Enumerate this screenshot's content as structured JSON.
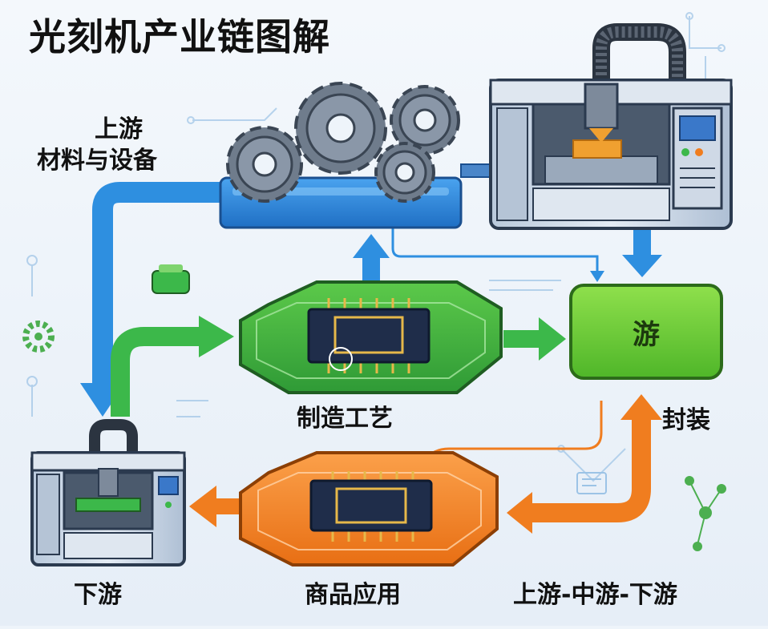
{
  "title": "光刻机产业链图解",
  "labels": {
    "upstream_line1": "上游",
    "upstream_line2": "材料与设备",
    "midstream_box": "游",
    "manufacturing": "制造工艺",
    "packaging": "封装",
    "downstream": "下游",
    "applications": "商品应用",
    "chain": "上游-中游-下游"
  },
  "colors": {
    "background": "#eef4fa",
    "blue_arrow": "#2e8fe0",
    "green_arrow": "#3cb84a",
    "orange_arrow": "#f07d1f",
    "green_box": "#6fd23a",
    "green_chip_board": "#3fae3c",
    "orange_chip_board": "#f5862a",
    "machine_body": "#c9d6e6",
    "machine_accent": "#3a78c9",
    "gear": "#6f7c8c"
  },
  "icons": [
    "gear-icon",
    "lithography-machine-icon",
    "cnc-machine-icon",
    "chip-icon",
    "circuit-icon"
  ]
}
